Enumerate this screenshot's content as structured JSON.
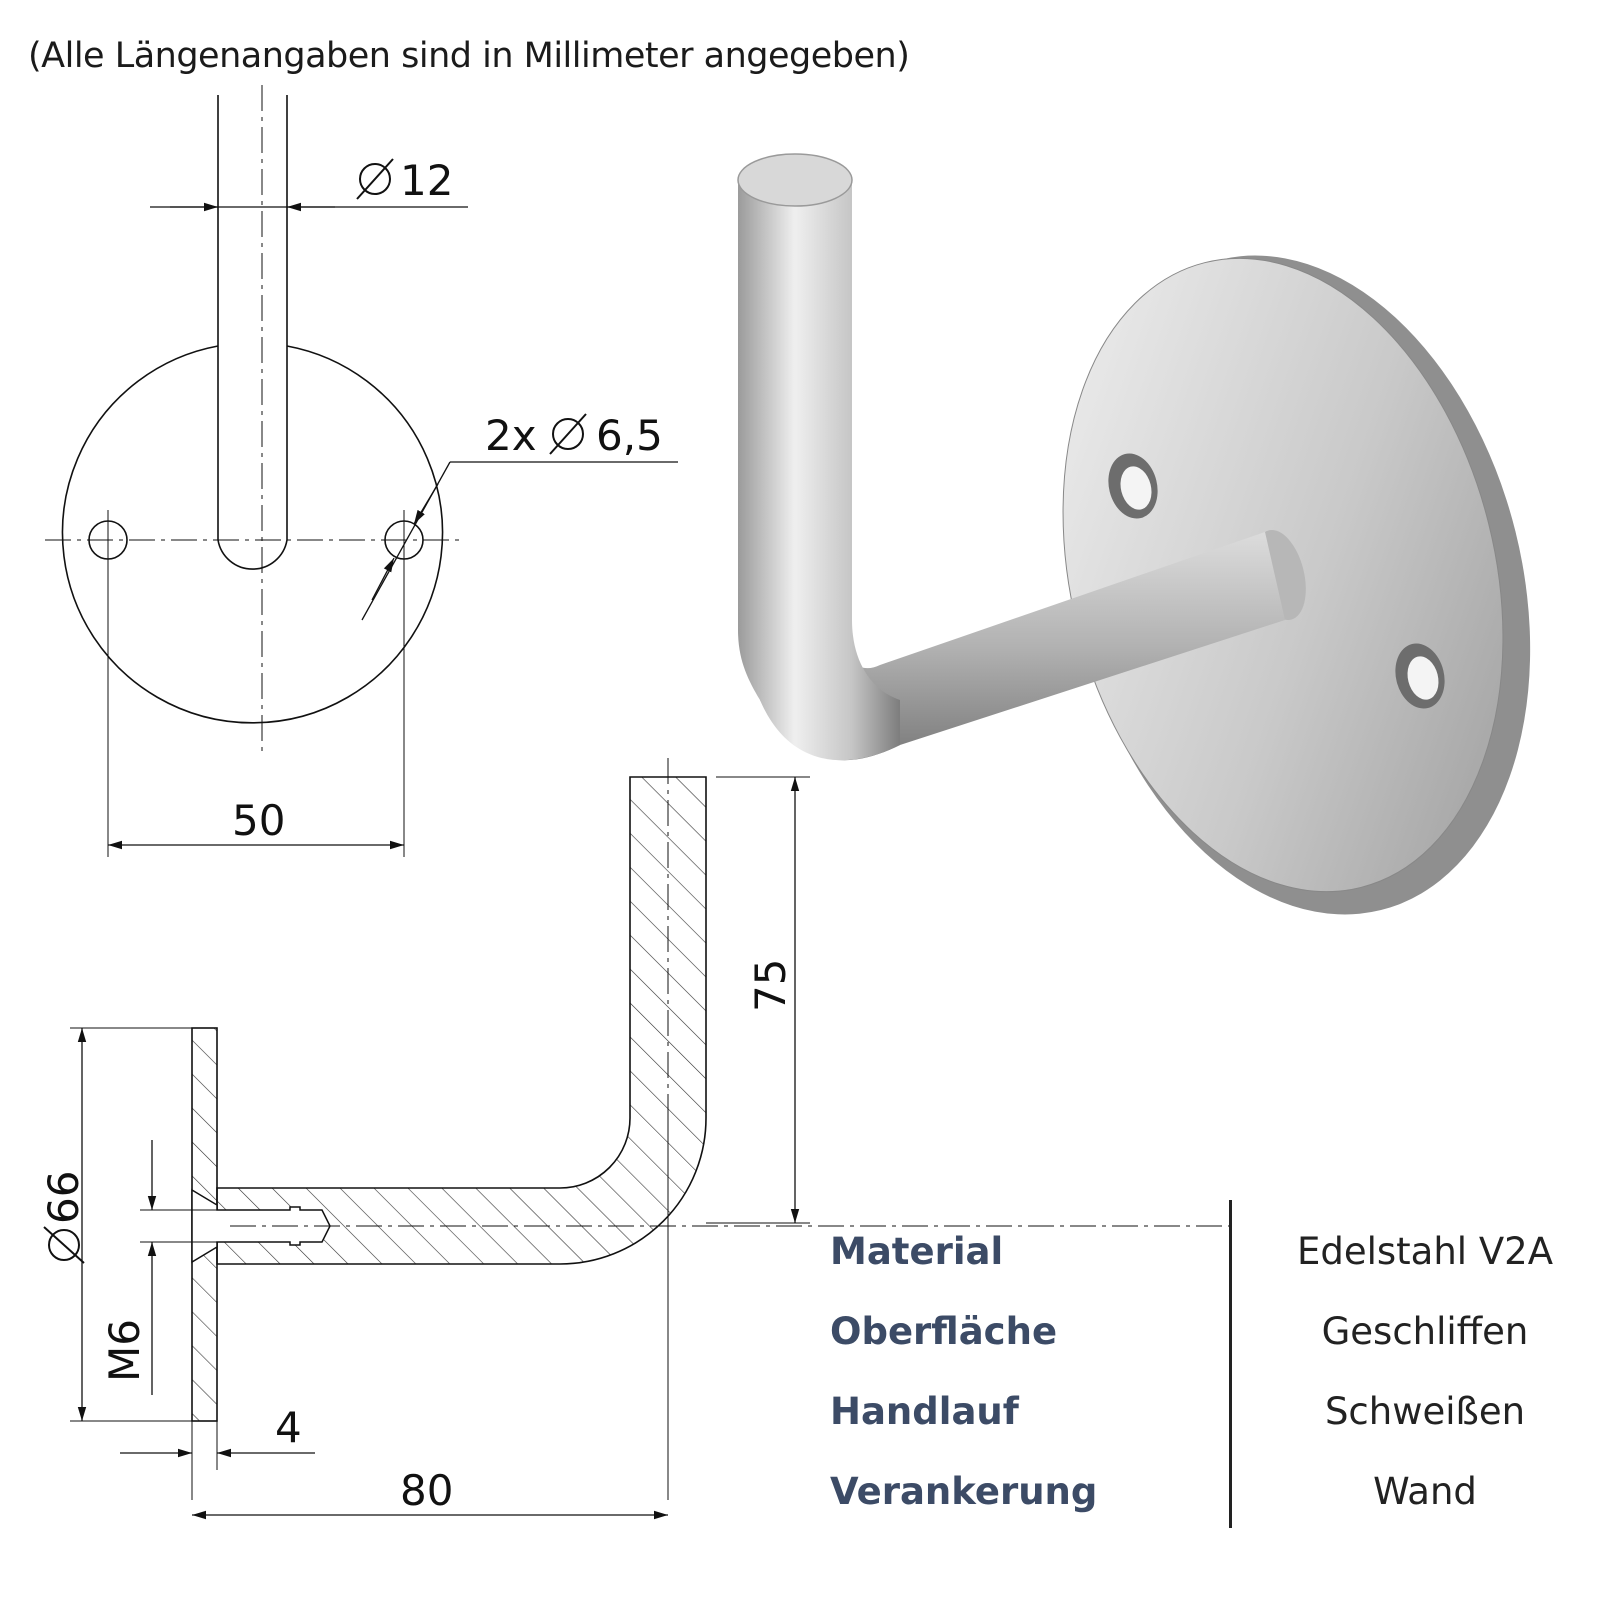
{
  "note": "(Alle Längenangaben sind in Millimeter angegeben)",
  "dimensions": {
    "rod_diameter": "12",
    "holes": "2x",
    "hole_diameter": "6,5",
    "hole_spacing": "50",
    "plate_diameter": "66",
    "thread": "M6",
    "plate_thickness": "4",
    "projection": "80",
    "height": "75"
  },
  "specs": [
    {
      "label": "Material",
      "value": "Edelstahl V2A"
    },
    {
      "label": "Oberfläche",
      "value": "Geschliffen"
    },
    {
      "label": "Handlauf",
      "value": "Schweißen"
    },
    {
      "label": "Verankerung",
      "value": "Wand"
    }
  ],
  "colors": {
    "label": "#3c4b66",
    "line": "#111111",
    "steel_light": "#e8e8e8",
    "steel_dark": "#8c8c8c"
  },
  "icons": {
    "diameter": "diameter-symbol"
  }
}
